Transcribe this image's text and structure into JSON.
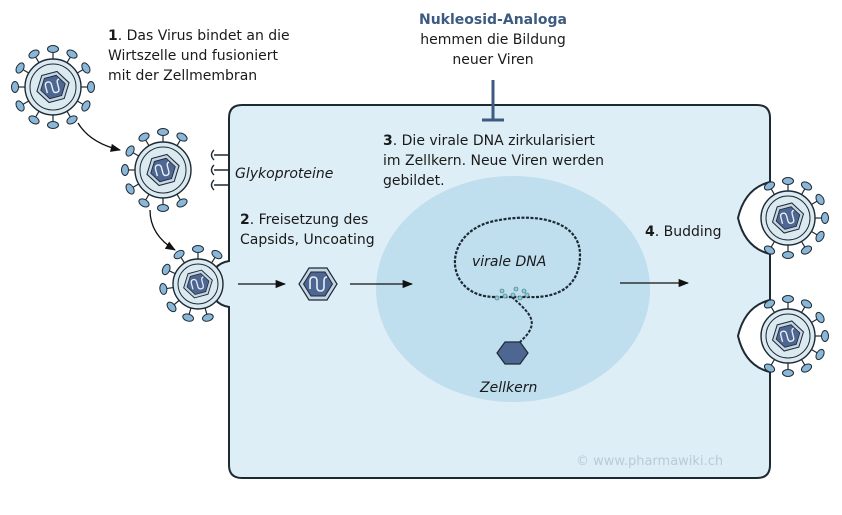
{
  "step1": {
    "number": "1",
    "text_line1": ". Das Virus bindet an die",
    "text_line2": "Wirtszelle und fusioniert",
    "text_line3": "mit der Zellmembran"
  },
  "glycoproteins_label": "Glykoproteine",
  "step2": {
    "number": "2",
    "text_line1": ". Freisetzung des",
    "text_line2": "Capsids, Uncoating"
  },
  "drug": {
    "title": "Nukleosid-Analoga",
    "line1": "hemmen die Bildung",
    "line2": "neuer Viren"
  },
  "step3": {
    "number": "3",
    "text_line1": ". Die virale DNA zirkularisiert",
    "text_line2": "im Zellkern. Neue Viren werden",
    "text_line3": "gebildet."
  },
  "viral_dna_label": "virale DNA",
  "nucleus_label": "Zellkern",
  "step4": {
    "number": "4",
    "text": ". Budding"
  },
  "watermark": "© www.pharmawiki.ch",
  "colors": {
    "cell_fill": "#deeef6",
    "cell_stroke": "#1e2a33",
    "nucleus_fill": "#bfdeee",
    "virus_envelope": "#dbe9f1",
    "capsid_fill": "#4e6792",
    "spike_fill": "#8ab6d8",
    "inhibitor": "#3d5a80",
    "dna_dots": "#8fd0d6"
  }
}
